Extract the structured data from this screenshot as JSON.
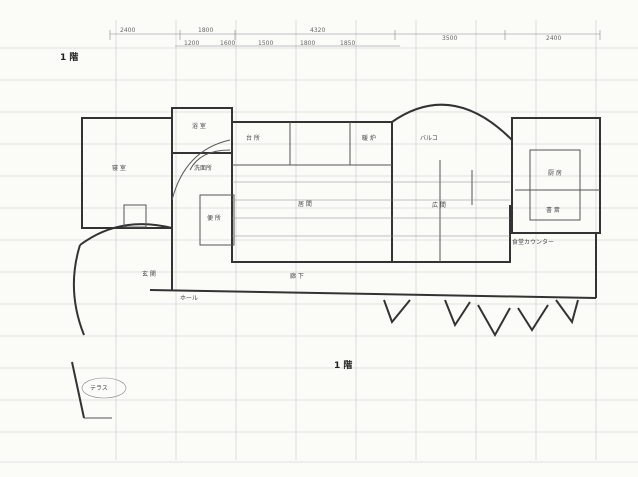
{
  "floor_label_top": "1 階",
  "floor_label_center": "1 階",
  "dimensions_top": [
    "2400",
    "1800",
    "4320",
    "3500",
    "2400"
  ],
  "dimensions_second": [
    "1200",
    "1600",
    "1500",
    "1800",
    "1850"
  ],
  "rooms": [
    {
      "id": "r1",
      "text": "寝 室"
    },
    {
      "id": "r2",
      "text": "浴 室"
    },
    {
      "id": "r3",
      "text": "洗面所"
    },
    {
      "id": "r4",
      "text": "便 所"
    },
    {
      "id": "r5",
      "text": "台 所"
    },
    {
      "id": "r6",
      "text": "居 間"
    },
    {
      "id": "r7",
      "text": "広 間"
    },
    {
      "id": "r8",
      "text": "暖 炉"
    },
    {
      "id": "r9",
      "text": "厨 房"
    },
    {
      "id": "r10",
      "text": "書 斎"
    },
    {
      "id": "r11",
      "text": "食堂カウンター"
    },
    {
      "id": "r12",
      "text": "テラス"
    },
    {
      "id": "r13",
      "text": "玄 関"
    },
    {
      "id": "r14",
      "text": "廊 下"
    },
    {
      "id": "r15",
      "text": "バルコ"
    },
    {
      "id": "r16",
      "text": "ホール"
    }
  ]
}
